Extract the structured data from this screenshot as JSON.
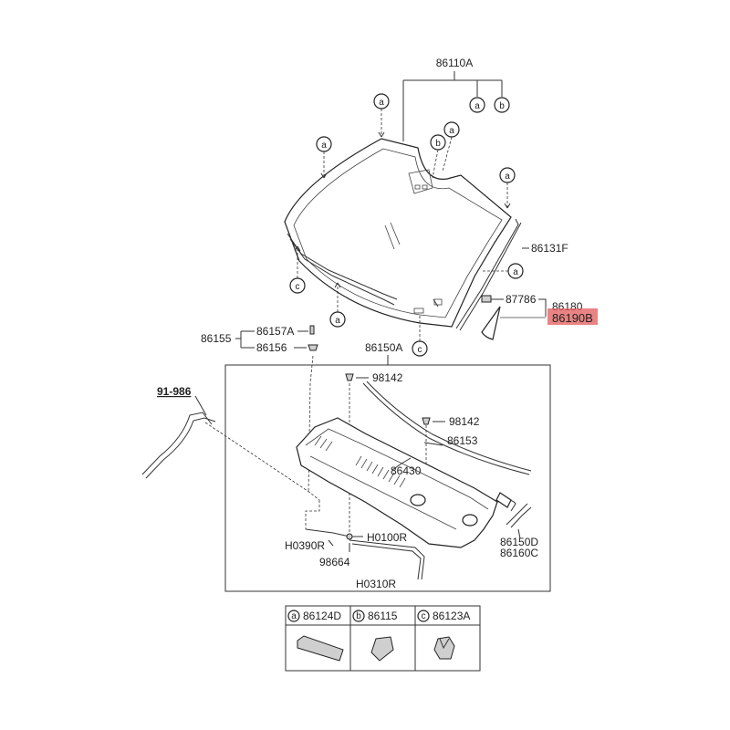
{
  "labels": {
    "windshield_glass": "86110A",
    "moulding_side": "86131F",
    "clip_87786": "87786",
    "part_86180": "86180",
    "part_86190B": "86190B",
    "grommet_86157A": "86157A",
    "assy_86155": "86155",
    "clip_86156": "86156",
    "cowl_assy": "86150A",
    "ref_91986": "91-986",
    "screw_98142_a": "98142",
    "screw_98142_b": "98142",
    "hose_86153": "86153",
    "cover_86430": "86430",
    "part_86150D": "86150D",
    "part_86160C": "86160C",
    "hose_H0100R": "H0100R",
    "hose_H0390R": "H0390R",
    "conn_98664": "98664",
    "hose_H0310R": "H0310R"
  },
  "callouts": {
    "a": "a",
    "b": "b",
    "c": "c"
  },
  "legend": [
    {
      "letter": "a",
      "part": "86124D"
    },
    {
      "letter": "b",
      "part": "86115"
    },
    {
      "letter": "c",
      "part": "86123A"
    }
  ],
  "highlight_color": "#e35a5a"
}
